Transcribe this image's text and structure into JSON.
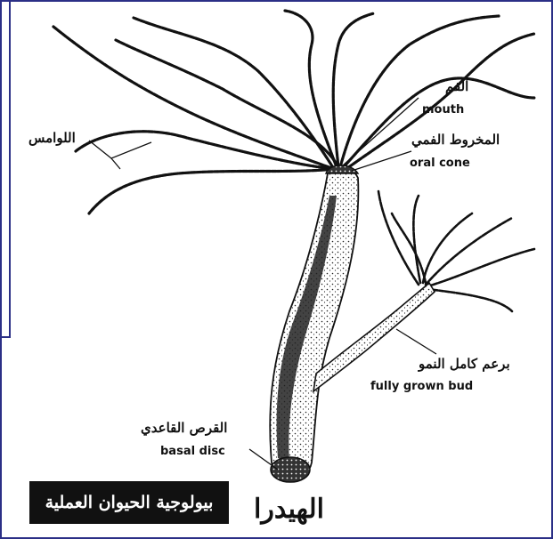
{
  "labels": {
    "tentacles_ar": "اللوامس",
    "mouth_ar": "الفم",
    "mouth_en": "mouth",
    "oral_cone_ar": "المخروط الفمي",
    "oral_cone_en": "oral cone",
    "bud_ar": "برعم كامل النمو",
    "bud_en": "fully grown bud",
    "basal_disc_ar": "القرص القاعدي",
    "basal_disc_en": "basal disc"
  },
  "title": "الهيدرا",
  "badge": "بيولوجية الحيوان العملية",
  "colors": {
    "frame": "#2b2f86",
    "ink": "#111111",
    "badge_bg": "#111111",
    "badge_text": "#ffffff"
  }
}
